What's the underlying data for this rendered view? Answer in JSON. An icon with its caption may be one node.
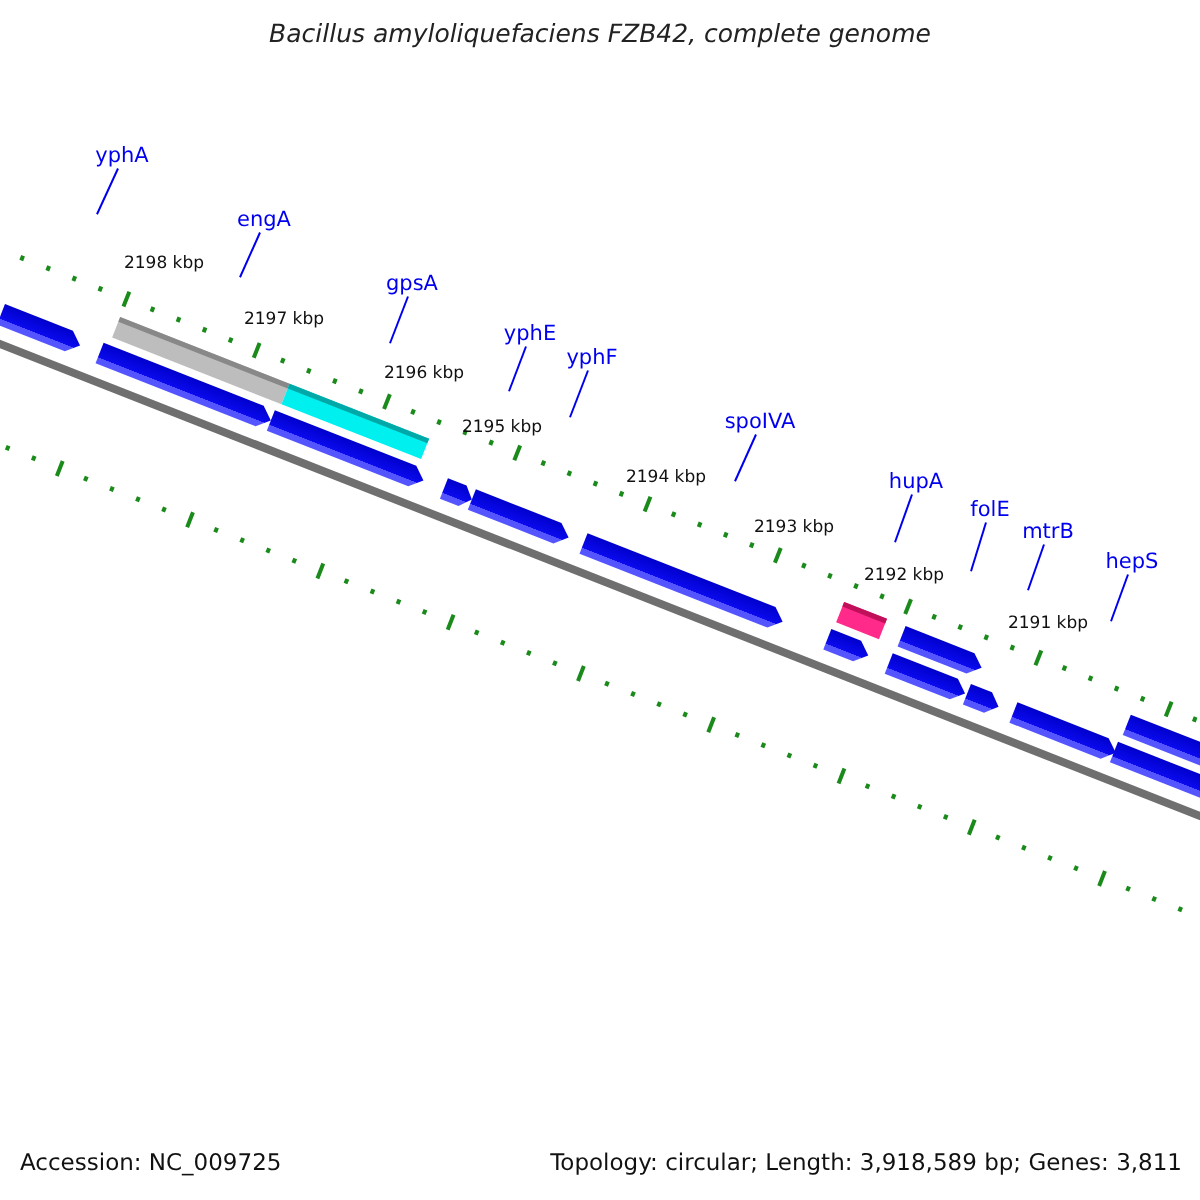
{
  "diagram": {
    "title": "Bacillus amyloliquefaciens FZB42, complete genome",
    "nodes": [
      {
        "text": [
          "yphA"
        ]
      },
      {
        "text": [
          "engA"
        ]
      },
      {
        "text": [
          "gpsA"
        ]
      },
      {
        "text": [
          "yphE"
        ]
      },
      {
        "text": [
          "yphF"
        ]
      },
      {
        "text": [
          "spoIVA"
        ]
      },
      {
        "text": [
          "hupA"
        ]
      },
      {
        "text": [
          "folE"
        ]
      },
      {
        "text": [
          "mtrB"
        ]
      },
      {
        "text": [
          "hepS"
        ]
      }
    ],
    "edges": [
      {
        "from": 0,
        "to": null,
        "arrow": "none"
      },
      {
        "from": 1,
        "to": null,
        "arrow": "none"
      },
      {
        "from": 2,
        "to": null,
        "arrow": "none"
      },
      {
        "from": 3,
        "to": null,
        "arrow": "none"
      },
      {
        "from": 4,
        "to": null,
        "arrow": "none"
      },
      {
        "from": 5,
        "to": null,
        "arrow": "none"
      },
      {
        "from": 6,
        "to": null,
        "arrow": "none"
      },
      {
        "from": 7,
        "to": null,
        "arrow": "none"
      },
      {
        "from": 8,
        "to": null,
        "arrow": "none"
      },
      {
        "from": 9,
        "to": null,
        "arrow": "none"
      }
    ],
    "labels": [
      "2198 kbp",
      "2197 kbp",
      "2196 kbp",
      "2195 kbp",
      "2194 kbp",
      "2193 kbp",
      "2192 kbp",
      "2191 kbp",
      "Accession: NC_009725",
      "Topology: circular; Length: 3,918,589 bp; Genes: 3,811"
    ]
  }
}
